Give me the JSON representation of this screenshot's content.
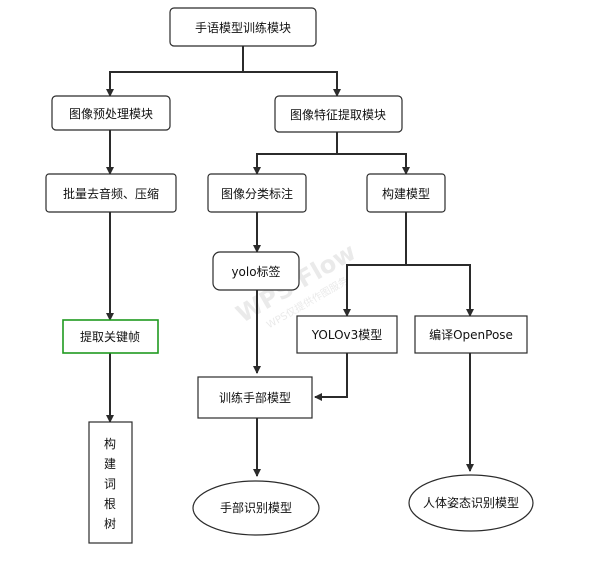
{
  "nodes": {
    "root": "手语模型训练模块",
    "preprocess": "图像预处理模块",
    "feature": "图像特征提取模块",
    "batch": "批量去音频、压缩",
    "classify": "图像分类标注",
    "build": "构建模型",
    "yolo_label": "yolo标签",
    "keyframe": "提取关键帧",
    "yolov3": "YOLOv3模型",
    "openpose": "编译OpenPose",
    "train_hand": "训练手部模型",
    "tree_chars": [
      "构",
      "建",
      "词",
      "根",
      "树"
    ],
    "hand_recog": "手部识别模型",
    "pose_recog": "人体姿态识别模型"
  },
  "watermark": {
    "main": "WPS Flow",
    "sub": "WPS仅提供作图服务"
  },
  "colors": {
    "stroke": "#2b2b2b",
    "highlight": "#1f9a1f",
    "watermark": "#d9d9d9"
  }
}
